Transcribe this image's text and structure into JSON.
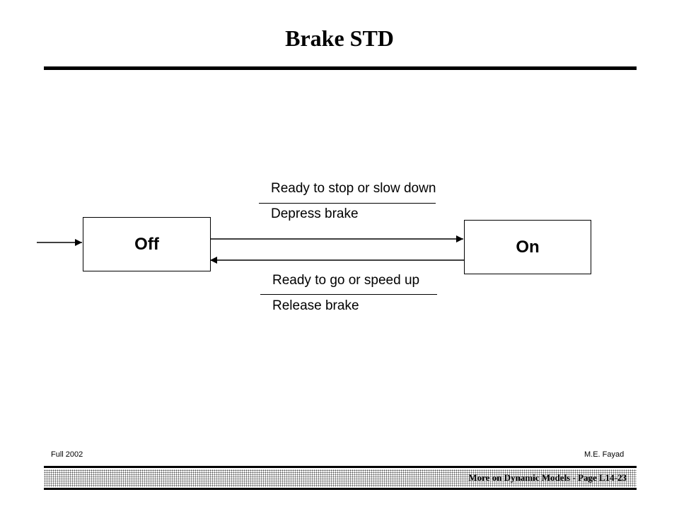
{
  "title": "Brake  STD",
  "states": {
    "off": "Off",
    "on": "On"
  },
  "transitions": {
    "off_to_on": {
      "event": "Ready to stop or slow down",
      "action": "Depress brake"
    },
    "on_to_off": {
      "event": "Ready to go or speed up",
      "action": "Release brake"
    }
  },
  "footer": {
    "left": "Full 2002",
    "right": "M.E. Fayad",
    "band": "More on Dynamic Models  - Page L14-23"
  }
}
